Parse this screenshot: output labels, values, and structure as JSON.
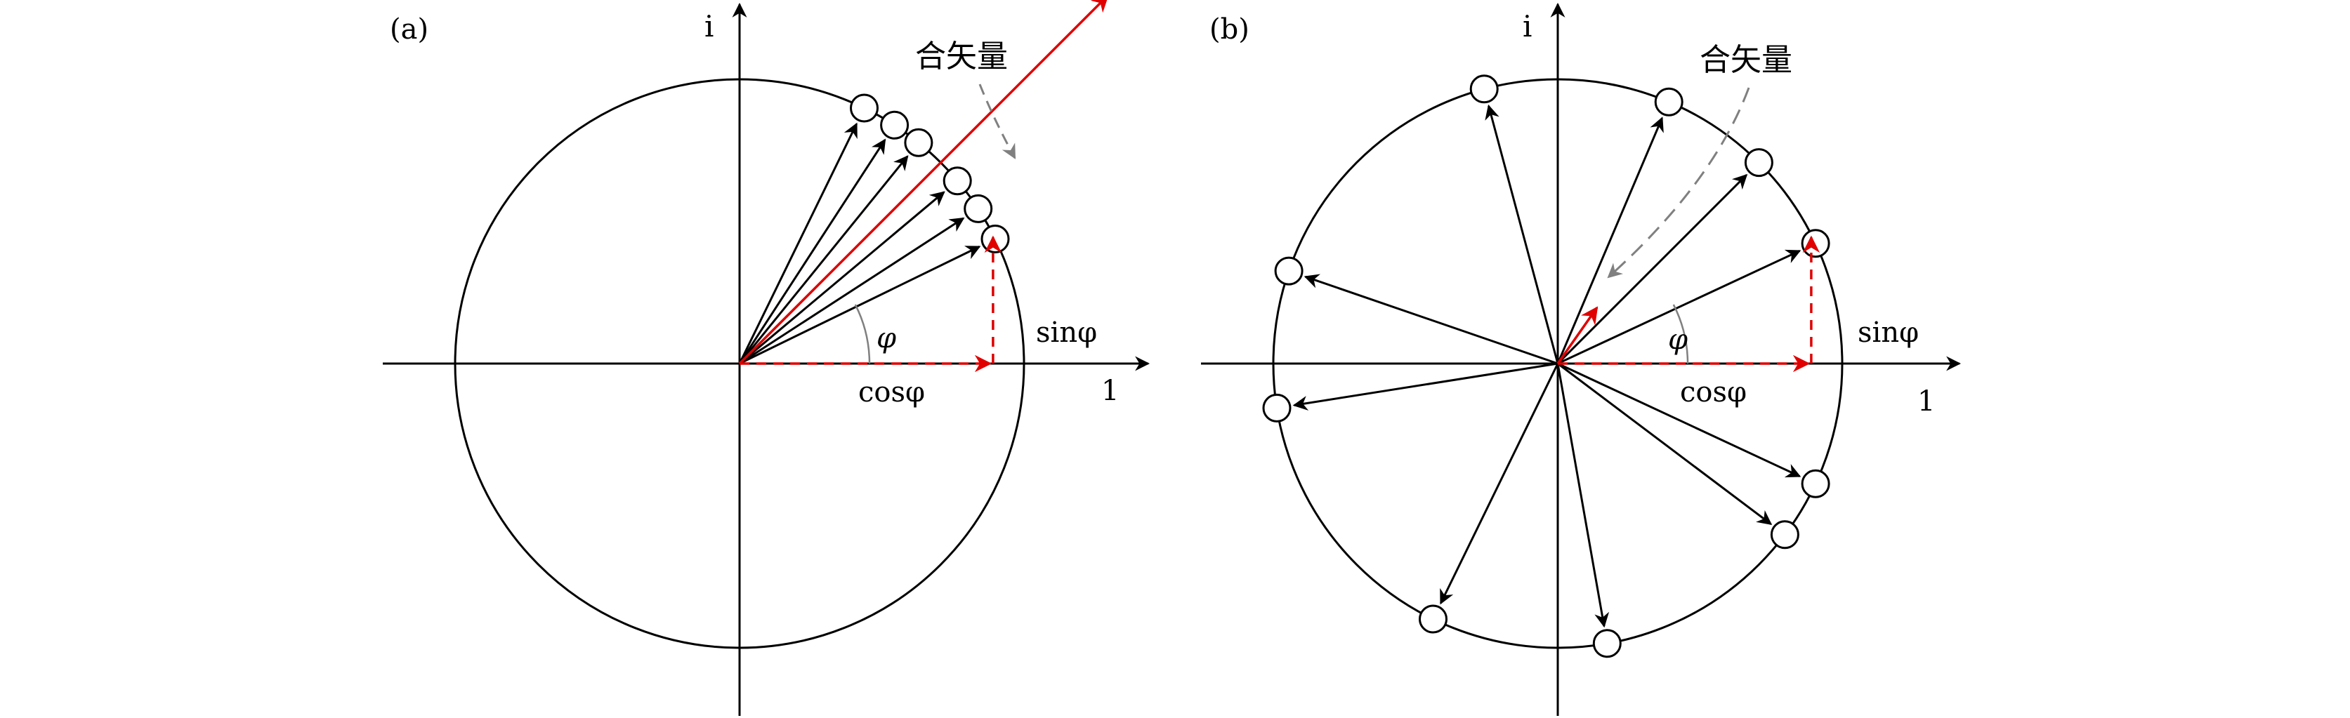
{
  "colors": {
    "ink": "#000000",
    "resultant": "#e00000",
    "pointer": "#808080",
    "marker_fill": "#ffffff"
  },
  "panels": [
    {
      "id": "a",
      "panel_label": "(a)",
      "imag_axis_label": "i",
      "unit_label": "1",
      "sin_label": "sinφ",
      "cos_label": "cosφ",
      "angle_label": "φ",
      "resultant_label": "合矢量",
      "unit_phasor_angles_deg": [
        64,
        57,
        51,
        40,
        33,
        26
      ],
      "resultant": {
        "angle_deg": 45,
        "magnitude": 1.83
      },
      "components": {
        "angle_deg": 27,
        "magnitude": 1
      }
    },
    {
      "id": "b",
      "panel_label": "(b)",
      "imag_axis_label": "i",
      "unit_label": "1",
      "sin_label": "sinφ",
      "cos_label": "cosφ",
      "angle_label": "φ",
      "resultant_label": "合矢量",
      "unit_phasor_angles_deg": [
        105,
        67,
        45,
        25,
        161,
        189,
        -25,
        -37,
        -80,
        -116
      ],
      "resultant": {
        "angle_deg": 55,
        "magnitude": 0.24
      },
      "components": {
        "angle_deg": 27,
        "magnitude": 1
      }
    }
  ]
}
